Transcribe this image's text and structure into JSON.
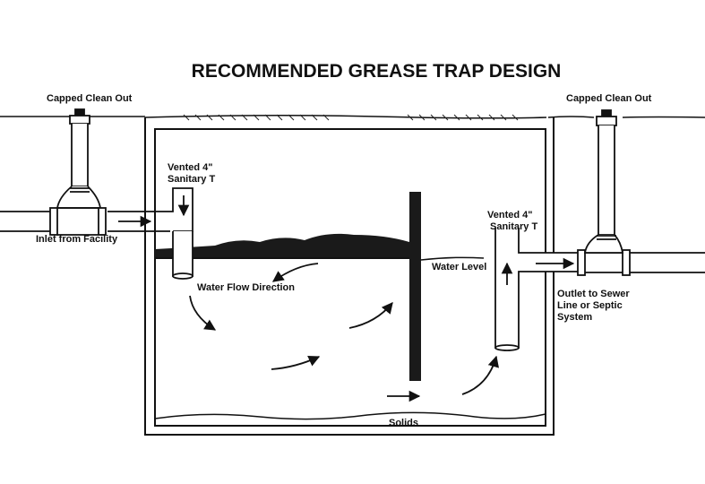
{
  "title": "RECOMMENDED GREASE TRAP DESIGN",
  "labels": {
    "capped_clean_out_left": "Capped Clean Out",
    "capped_clean_out_right": "Capped Clean Out",
    "inlet": "Inlet from Facility",
    "vented_t_left_line1": "Vented 4\"",
    "vented_t_left_line2": "Sanitary T",
    "vented_t_right_line1": "Vented 4\"",
    "vented_t_right_line2": "Sanitary T",
    "water_level": "Water Level",
    "water_flow_direction": "Water Flow Direction",
    "outlet_line1": "Outlet to Sewer",
    "outlet_line2": "Line or Septic",
    "outlet_line3": "System",
    "solids": "Solids"
  },
  "colors": {
    "ink": "#111111",
    "grease": "#1a1a1a",
    "background": "#ffffff"
  }
}
